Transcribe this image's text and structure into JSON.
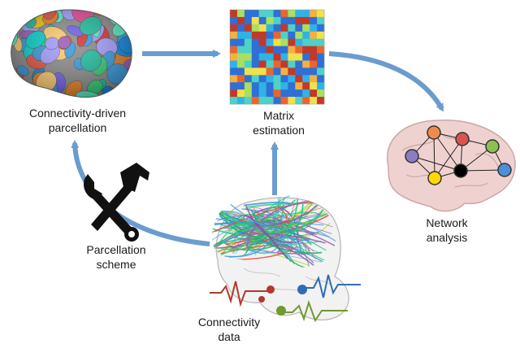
{
  "labels": {
    "parcellation": [
      "Connectivity-driven",
      "parcellation"
    ],
    "matrix": [
      "Matrix",
      "estimation"
    ],
    "network": [
      "Network",
      "analysis"
    ],
    "scheme": [
      "Parcellation",
      "scheme"
    ],
    "data": [
      "Connectivity",
      "data"
    ]
  },
  "icons": {
    "tools": "wrench-and-hammer-icon"
  },
  "colors": {
    "arrow": "#6b9ccf",
    "brain_pink": "#efd2cf",
    "brain_outline": "#c9a8a6",
    "node_orange": "#f08c4a",
    "node_red": "#d9534f",
    "node_green": "#8cc152",
    "node_purple": "#8e7cc3",
    "node_yellow": "#ffd800",
    "node_black": "#000000",
    "node_blue": "#4a90d9",
    "signal_red": "#b03a2e",
    "signal_blue": "#2e6db4",
    "signal_green": "#6e9a2e"
  }
}
